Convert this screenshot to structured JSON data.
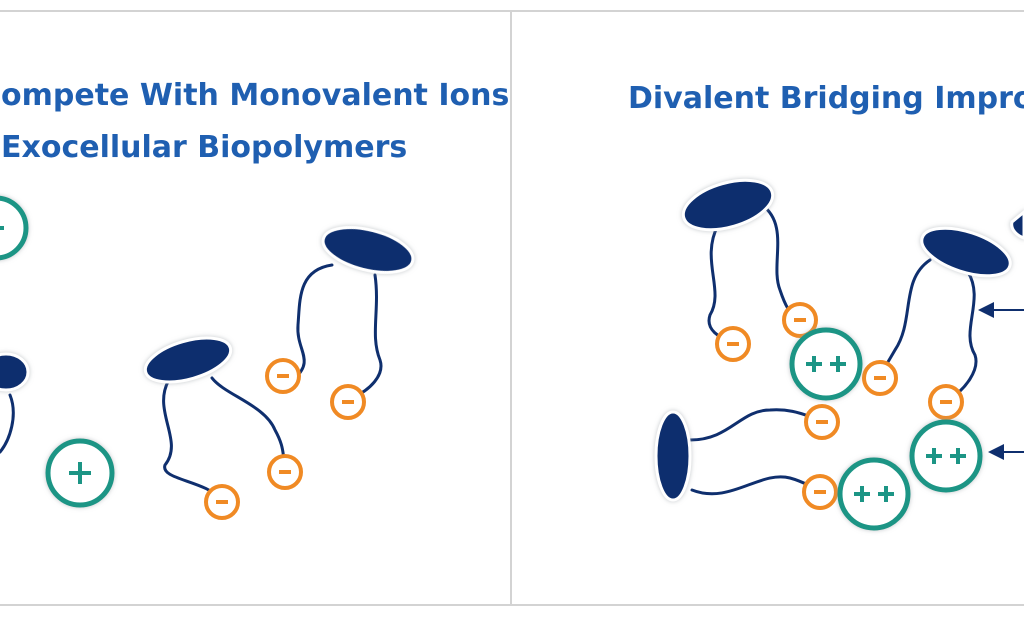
{
  "left_panel": {
    "title_line1": "ompete With Monovalent Ions",
    "title_line2": "Exocellular Biopolymers"
  },
  "right_panel": {
    "title": "Divalent Bridging Improve"
  },
  "symbols": {
    "negative": "−",
    "monovalent": "+",
    "divalent": "++"
  },
  "colors": {
    "title": "#1f5fb1",
    "head": "#0f2f6e",
    "anion": "#f08a24",
    "cation": "#1a9585",
    "frame": "#d3d3d3"
  }
}
